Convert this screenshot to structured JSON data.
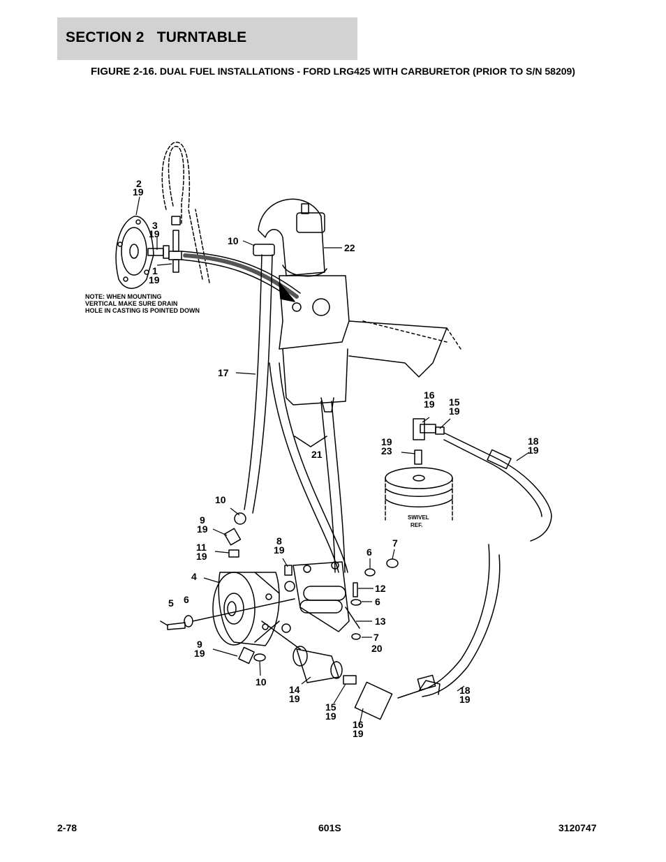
{
  "header": {
    "section": "SECTION 2   TURNTABLE"
  },
  "figure": {
    "label": "FIGURE 2-16.",
    "title": "DUAL FUEL INSTALLATIONS - FORD LRG425 WITH CARBURETOR (PRIOR TO S/N 58209)"
  },
  "note": [
    "NOTE: WHEN MOUNTING",
    "VERTICAL MAKE SURE DRAIN",
    "HOLE IN CASTING IS POINTED DOWN"
  ],
  "swivel": [
    "SWIVEL",
    "REF."
  ],
  "callouts": [
    {
      "id": "c-2-19",
      "lines": [
        "2",
        "19"
      ]
    },
    {
      "id": "c-3-19",
      "lines": [
        "3",
        "19"
      ]
    },
    {
      "id": "c-1-19",
      "lines": [
        "1",
        "19"
      ]
    },
    {
      "id": "c-10-top",
      "lines": [
        "10"
      ]
    },
    {
      "id": "c-22",
      "lines": [
        "22"
      ]
    },
    {
      "id": "c-17",
      "lines": [
        "17"
      ]
    },
    {
      "id": "c-21",
      "lines": [
        "21"
      ]
    },
    {
      "id": "c-16-19-top",
      "lines": [
        "16",
        "19"
      ]
    },
    {
      "id": "c-15-19-top",
      "lines": [
        "15",
        "19"
      ]
    },
    {
      "id": "c-19-23",
      "lines": [
        "19",
        "23"
      ]
    },
    {
      "id": "c-18-19-top",
      "lines": [
        "18",
        "19"
      ]
    },
    {
      "id": "c-10-mid",
      "lines": [
        "10"
      ]
    },
    {
      "id": "c-9-19-top",
      "lines": [
        "9",
        "19"
      ]
    },
    {
      "id": "c-11-19",
      "lines": [
        "11",
        "19"
      ]
    },
    {
      "id": "c-8-19",
      "lines": [
        "8",
        "19"
      ]
    },
    {
      "id": "c-6-a",
      "lines": [
        "6"
      ]
    },
    {
      "id": "c-7-a",
      "lines": [
        "7"
      ]
    },
    {
      "id": "c-4",
      "lines": [
        "4"
      ]
    },
    {
      "id": "c-12",
      "lines": [
        "12"
      ]
    },
    {
      "id": "c-6-b",
      "lines": [
        "6"
      ]
    },
    {
      "id": "c-5",
      "lines": [
        "5"
      ]
    },
    {
      "id": "c-6-c",
      "lines": [
        "6"
      ]
    },
    {
      "id": "c-13",
      "lines": [
        "13"
      ]
    },
    {
      "id": "c-7-20",
      "lines": [
        "7",
        "20"
      ]
    },
    {
      "id": "c-9-19-bot",
      "lines": [
        "9",
        "19"
      ]
    },
    {
      "id": "c-10-bot",
      "lines": [
        "10"
      ]
    },
    {
      "id": "c-14-19",
      "lines": [
        "14",
        "19"
      ]
    },
    {
      "id": "c-18-19-bot",
      "lines": [
        "18",
        "19"
      ]
    },
    {
      "id": "c-15-19-bot",
      "lines": [
        "15",
        "19"
      ]
    },
    {
      "id": "c-16-19-bot",
      "lines": [
        "16",
        "19"
      ]
    }
  ],
  "footer": {
    "page": "2-78",
    "model": "601S",
    "doc_number": "3120747"
  }
}
